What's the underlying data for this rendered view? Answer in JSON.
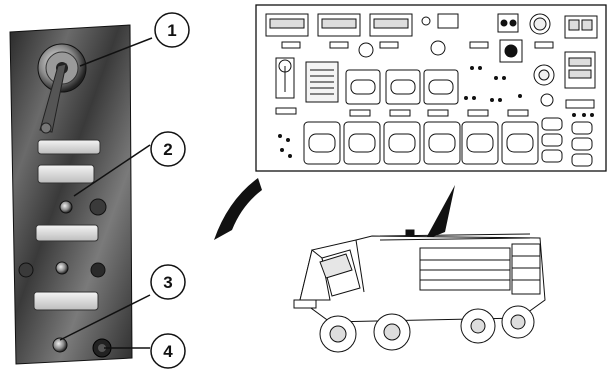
{
  "callouts": [
    {
      "id": "1",
      "label": "1"
    },
    {
      "id": "2",
      "label": "2"
    },
    {
      "id": "3",
      "label": "3"
    },
    {
      "id": "4",
      "label": "4"
    }
  ],
  "plates": {
    "top": "",
    "middle_a": "",
    "middle_b": "",
    "bottom": ""
  },
  "colors": {
    "panel_dark": "#2b2b2b",
    "panel_light": "#d6d6d6",
    "line": "#111111"
  }
}
